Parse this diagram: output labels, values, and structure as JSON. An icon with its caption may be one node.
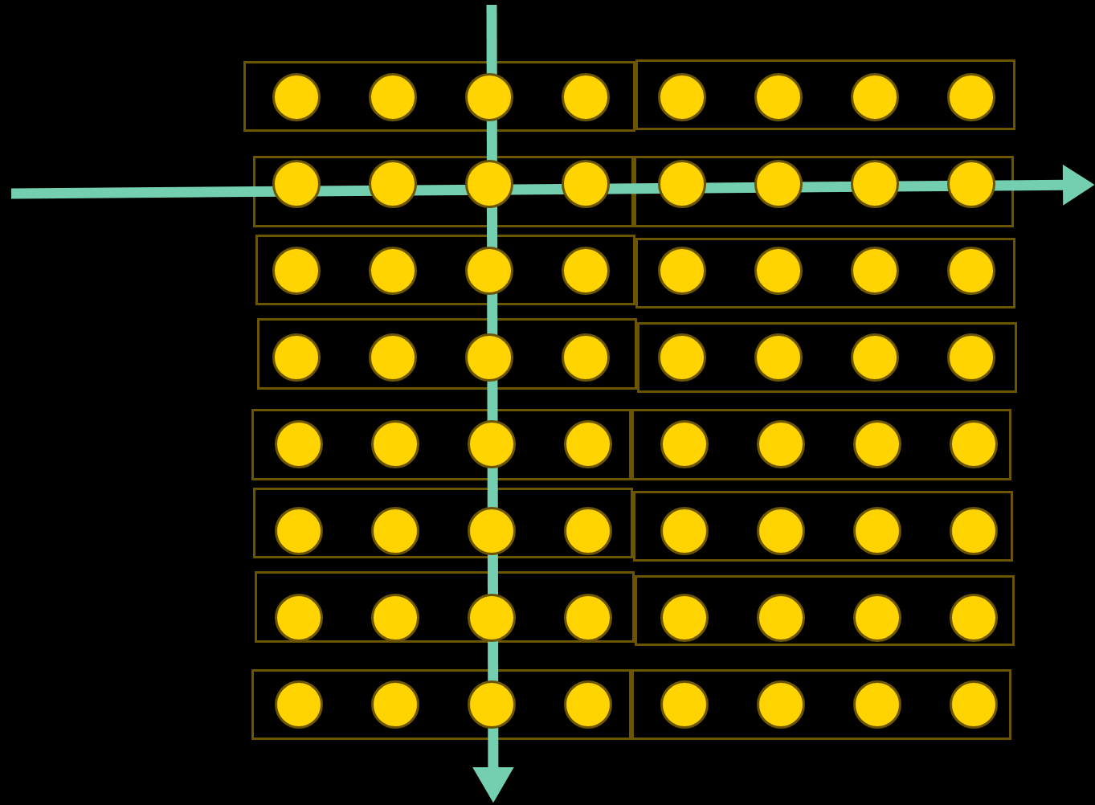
{
  "diagram": {
    "nodes": [
      {
        "text": [],
        "shape": "box"
      },
      {
        "text": [],
        "shape": "circle",
        "in": 0
      },
      {
        "text": [],
        "shape": "circle",
        "in": 0
      },
      {
        "text": [],
        "shape": "circle",
        "in": 0
      },
      {
        "text": [],
        "shape": "circle",
        "in": 0
      },
      {
        "text": [],
        "shape": "box"
      },
      {
        "text": [],
        "shape": "circle",
        "in": 5
      },
      {
        "text": [],
        "shape": "circle",
        "in": 5
      },
      {
        "text": [],
        "shape": "circle",
        "in": 5
      },
      {
        "text": [],
        "shape": "circle",
        "in": 5
      },
      {
        "text": [],
        "shape": "box"
      },
      {
        "text": [],
        "shape": "circle",
        "in": 10
      },
      {
        "text": [],
        "shape": "circle",
        "in": 10
      },
      {
        "text": [],
        "shape": "circle",
        "in": 10
      },
      {
        "text": [],
        "shape": "circle",
        "in": 10
      },
      {
        "text": [],
        "shape": "box"
      },
      {
        "text": [],
        "shape": "circle",
        "in": 15
      },
      {
        "text": [],
        "shape": "circle",
        "in": 15
      },
      {
        "text": [],
        "shape": "circle",
        "in": 15
      },
      {
        "text": [],
        "shape": "circle",
        "in": 15
      },
      {
        "text": [],
        "shape": "box"
      },
      {
        "text": [],
        "shape": "circle",
        "in": 20
      },
      {
        "text": [],
        "shape": "circle",
        "in": 20
      },
      {
        "text": [],
        "shape": "circle",
        "in": 20
      },
      {
        "text": [],
        "shape": "circle",
        "in": 20
      },
      {
        "text": [],
        "shape": "box"
      },
      {
        "text": [],
        "shape": "circle",
        "in": 25
      },
      {
        "text": [],
        "shape": "circle",
        "in": 25
      },
      {
        "text": [],
        "shape": "circle",
        "in": 25
      },
      {
        "text": [],
        "shape": "circle",
        "in": 25
      },
      {
        "text": [],
        "shape": "box"
      },
      {
        "text": [],
        "shape": "circle",
        "in": 30
      },
      {
        "text": [],
        "shape": "circle",
        "in": 30
      },
      {
        "text": [],
        "shape": "circle",
        "in": 30
      },
      {
        "text": [],
        "shape": "circle",
        "in": 30
      },
      {
        "text": [],
        "shape": "box"
      },
      {
        "text": [],
        "shape": "circle",
        "in": 35
      },
      {
        "text": [],
        "shape": "circle",
        "in": 35
      },
      {
        "text": [],
        "shape": "circle",
        "in": 35
      },
      {
        "text": [],
        "shape": "circle",
        "in": 35
      },
      {
        "text": [],
        "shape": "box"
      },
      {
        "text": [],
        "shape": "circle",
        "in": 40
      },
      {
        "text": [],
        "shape": "circle",
        "in": 40
      },
      {
        "text": [],
        "shape": "circle",
        "in": 40
      },
      {
        "text": [],
        "shape": "circle",
        "in": 40
      },
      {
        "text": [],
        "shape": "box"
      },
      {
        "text": [],
        "shape": "circle",
        "in": 45
      },
      {
        "text": [],
        "shape": "circle",
        "in": 45
      },
      {
        "text": [],
        "shape": "circle",
        "in": 45
      },
      {
        "text": [],
        "shape": "circle",
        "in": 45
      },
      {
        "text": [],
        "shape": "box"
      },
      {
        "text": [],
        "shape": "circle",
        "in": 50
      },
      {
        "text": [],
        "shape": "circle",
        "in": 50
      },
      {
        "text": [],
        "shape": "circle",
        "in": 50
      },
      {
        "text": [],
        "shape": "circle",
        "in": 50
      },
      {
        "text": [],
        "shape": "box"
      },
      {
        "text": [],
        "shape": "circle",
        "in": 55
      },
      {
        "text": [],
        "shape": "circle",
        "in": 55
      },
      {
        "text": [],
        "shape": "circle",
        "in": 55
      },
      {
        "text": [],
        "shape": "circle",
        "in": 55
      },
      {
        "text": [],
        "shape": "box"
      },
      {
        "text": [],
        "shape": "circle",
        "in": 60
      },
      {
        "text": [],
        "shape": "circle",
        "in": 60
      },
      {
        "text": [],
        "shape": "circle",
        "in": 60
      },
      {
        "text": [],
        "shape": "circle",
        "in": 60
      },
      {
        "text": [],
        "shape": "box"
      },
      {
        "text": [],
        "shape": "circle",
        "in": 65
      },
      {
        "text": [],
        "shape": "circle",
        "in": 65
      },
      {
        "text": [],
        "shape": "circle",
        "in": 65
      },
      {
        "text": [],
        "shape": "circle",
        "in": 65
      },
      {
        "text": [],
        "shape": "box"
      },
      {
        "text": [],
        "shape": "circle",
        "in": 70
      },
      {
        "text": [],
        "shape": "circle",
        "in": 70
      },
      {
        "text": [],
        "shape": "circle",
        "in": 70
      },
      {
        "text": [],
        "shape": "circle",
        "in": 70
      },
      {
        "text": [],
        "shape": "box"
      },
      {
        "text": [],
        "shape": "circle",
        "in": 75
      },
      {
        "text": [],
        "shape": "circle",
        "in": 75
      },
      {
        "text": [],
        "shape": "circle",
        "in": 75
      },
      {
        "text": [],
        "shape": "circle",
        "in": 75
      }
    ]
  }
}
